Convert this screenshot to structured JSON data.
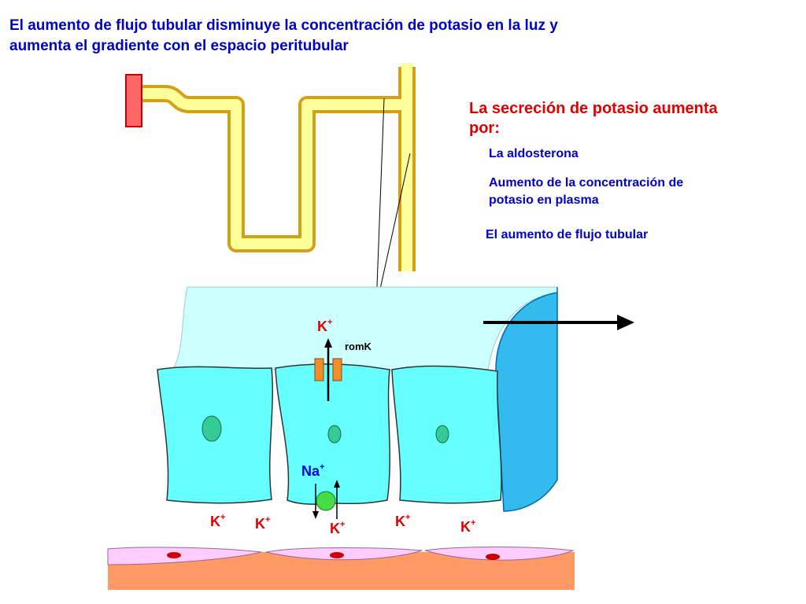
{
  "title": {
    "line1": "El aumento de flujo tubular disminuye la concentración de potasio en la luz y",
    "line2": "aumenta el gradiente con el espacio peritubular"
  },
  "factors": {
    "heading_line1": "La secreción de potasio aumenta",
    "heading_line2": "por:",
    "item1": "La aldosterona",
    "item2_line1": "Aumento de la concentración de",
    "item2_line2": "potasio en plasma",
    "item3": "El aumento de flujo tubular"
  },
  "labels": {
    "k_symbol": "K",
    "na_symbol": "Na",
    "charge": "+",
    "channel": "romK"
  },
  "colors": {
    "title_blue": "#0000cc",
    "heading_red": "#e00000",
    "tubule_yellow": "#ffff99",
    "tubule_outline": "#d4a017",
    "lumen": "#ccffff",
    "cell": "#66ffff",
    "nucleus": "#33cc99",
    "channel_orange": "#f08c2a",
    "interstitium": "#ff9966",
    "capillary_cell": "#ffccff"
  }
}
